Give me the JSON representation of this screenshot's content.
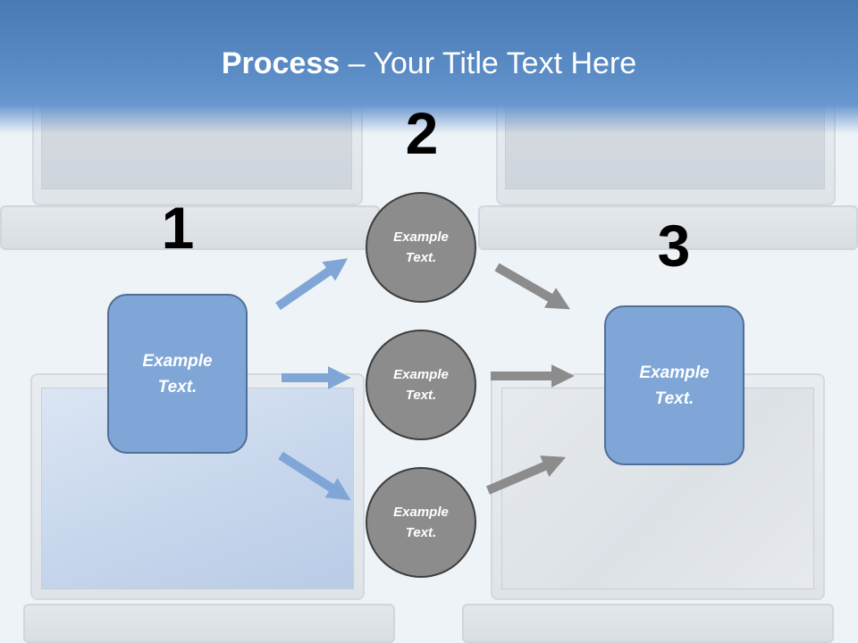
{
  "title": {
    "bold": "Process",
    "rest": " – Your Title Text Here"
  },
  "steps": {
    "one": "1",
    "two": "2",
    "three": "3"
  },
  "boxes": {
    "left": "Example Text.",
    "right": "Example Text."
  },
  "circles": [
    {
      "label": "Example Text."
    },
    {
      "label": "Example Text."
    },
    {
      "label": "Example Text."
    }
  ],
  "colors": {
    "title_band": "#5b8cc6",
    "box_fill": "#7fa6d6",
    "circle_fill": "#8c8c8c",
    "blue_arrow": "#7fa6d6",
    "gray_arrow": "#8c8c8c"
  },
  "icons": {
    "background": "laptop-icon"
  }
}
